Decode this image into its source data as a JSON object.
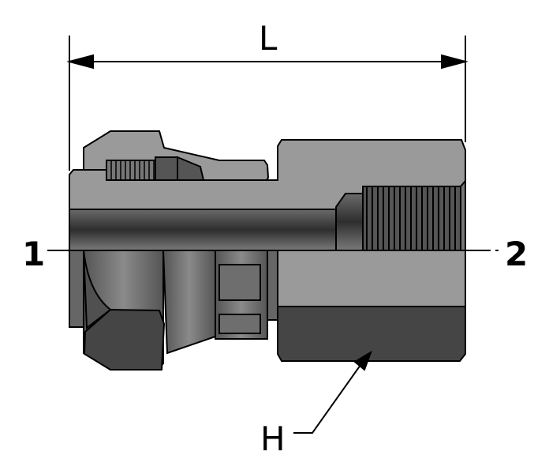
{
  "labels": {
    "length": "L",
    "port_1": "1",
    "port_2": "2",
    "hex": "H"
  },
  "colors": {
    "section_fill": "#9a9a9a",
    "dark_fill": "#454545",
    "outline": "#000000"
  }
}
